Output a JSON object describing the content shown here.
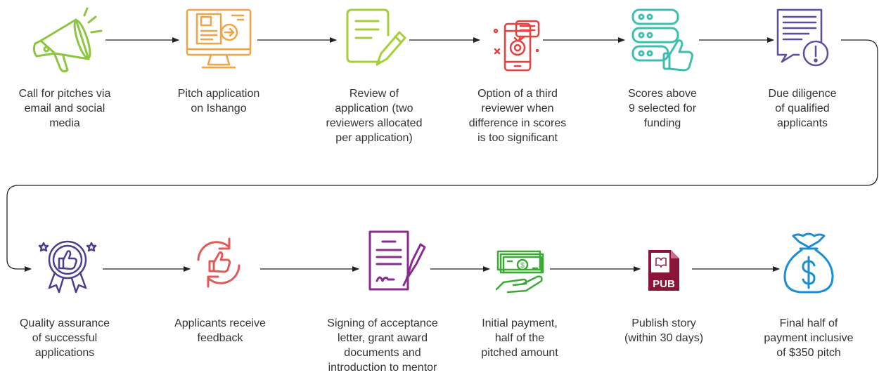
{
  "steps": [
    {
      "label": "Call for pitches via\nemail and social\nmedia",
      "icon": "megaphone-icon",
      "color": "#8cc63f"
    },
    {
      "label": "Pitch application\non Ishango",
      "icon": "computer-application-icon",
      "color": "#f2a444"
    },
    {
      "label": "Review of\napplication (two\nreviewers allocated\nper application)",
      "icon": "document-pencil-icon",
      "color": "#a6ce39"
    },
    {
      "label": "Option of a third\nreviewer when\ndifference in scores\nis too significant",
      "icon": "phone-message-icon",
      "color": "#e8403c"
    },
    {
      "label": "Scores above\n9 selected for\nfunding",
      "icon": "server-thumbs-up-icon",
      "color": "#3dbfb0"
    },
    {
      "label": "Due diligence\nof qualified\napplicants",
      "icon": "document-alert-icon",
      "color": "#5b4e9e"
    },
    {
      "label": "Quality assurance\nof successful\napplications",
      "icon": "award-badge-icon",
      "color": "#4a3f8f"
    },
    {
      "label": "Applicants receive\nfeedback",
      "icon": "feedback-cycle-icon",
      "color": "#e05a5a"
    },
    {
      "label": "Signing of acceptance\nletter, grant award\ndocuments and\nintroduction to mentor",
      "icon": "contract-signing-icon",
      "color": "#8a2b8e"
    },
    {
      "label": "Initial payment,\nhalf of the\npitched amount",
      "icon": "cash-hand-icon",
      "color": "#3aaa35"
    },
    {
      "label": "Publish story\n(within 30 days)",
      "icon": "pub-file-icon",
      "color": "#8b1538"
    },
    {
      "label": "Final half of\npayment inclusive\nof $350 pitch",
      "icon": "money-bag-icon",
      "color": "#1b8ed1"
    }
  ]
}
